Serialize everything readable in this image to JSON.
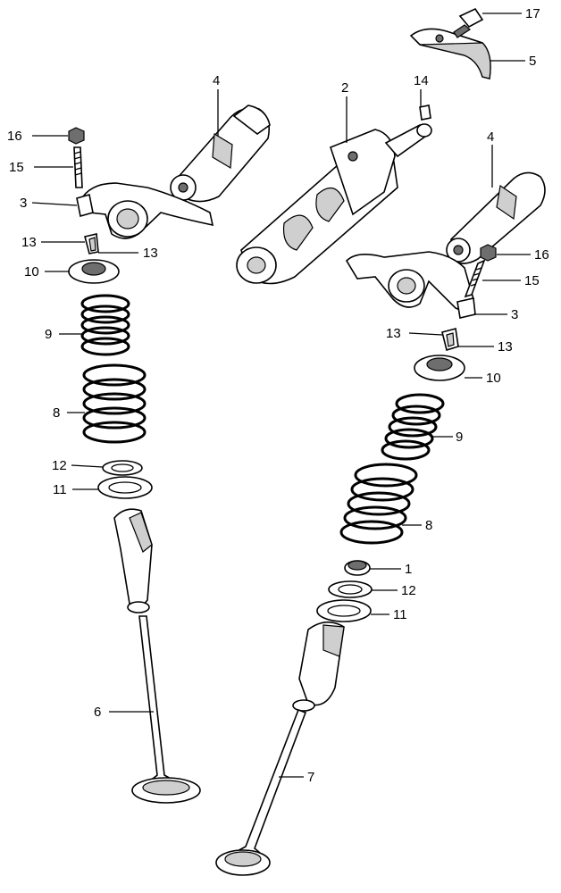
{
  "callouts": {
    "c16a": "16",
    "c15a": "15",
    "c3a": "3",
    "c13a": "13",
    "c13b": "13",
    "c10a": "10",
    "c9a": "9",
    "c8a": "8",
    "c12a": "12",
    "c11a": "11",
    "c6": "6",
    "c4a": "4",
    "c2": "2",
    "c14": "14",
    "c17": "17",
    "c5": "5",
    "c4b": "4",
    "c16b": "16",
    "c15b": "15",
    "c3b": "3",
    "c13c": "13",
    "c13d": "13",
    "c10b": "10",
    "c9b": "9",
    "c8b": "8",
    "c1": "1",
    "c12b": "12",
    "c11b": "11",
    "c7": "7"
  },
  "colors": {
    "line": "#000000",
    "shade": "#cfcfcf",
    "dark": "#6e6e6e",
    "background": "#ffffff"
  }
}
